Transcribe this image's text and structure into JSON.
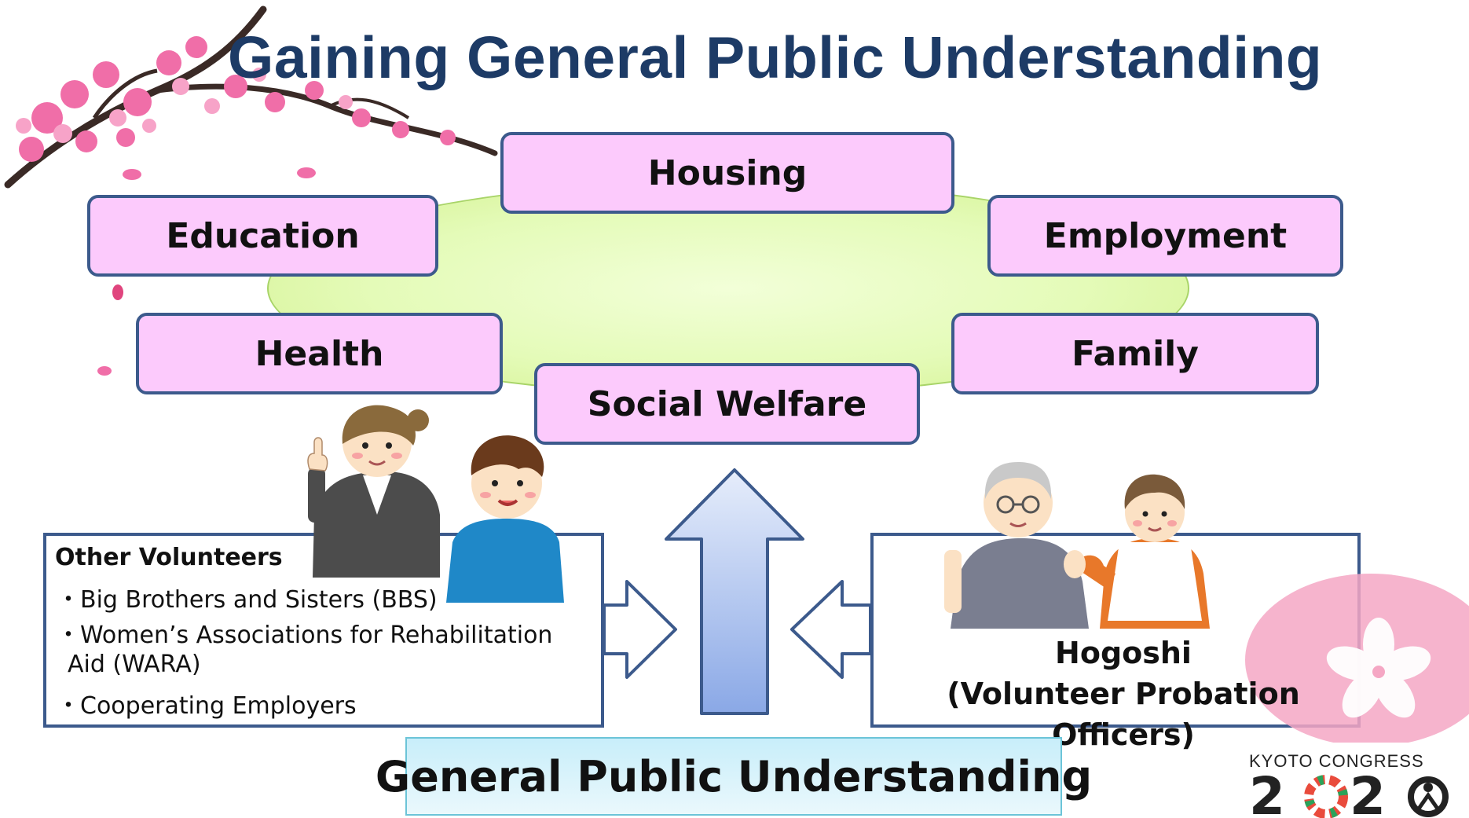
{
  "title": "Gaining General Public Understanding",
  "domains": {
    "housing": "Housing",
    "education": "Education",
    "employment": "Employment",
    "health": "Health",
    "family": "Family",
    "social_welfare": "Social Welfare"
  },
  "other_volunteers": {
    "heading": "Other Volunteers",
    "items": [
      "・Big Brothers and Sisters (BBS)",
      "・Women’s Associations for Rehabilitation",
      "Aid (WARA)",
      "・Cooperating Employers"
    ]
  },
  "hogoshi": {
    "name": "Hogoshi",
    "subtitle": "(Volunteer Probation Officers)"
  },
  "bottom_label": "General Public Understanding",
  "logo": {
    "text": "KYOTO CONGRESS",
    "year": "2020"
  },
  "colors": {
    "title": "#1d3b66",
    "box_fill": "#fccafc",
    "box_border": "#3c5a8c",
    "ellipse": "#e4fbb8",
    "arrow_fill_top": "#dfe7fb",
    "arrow_fill_bottom": "#8eaae8"
  }
}
